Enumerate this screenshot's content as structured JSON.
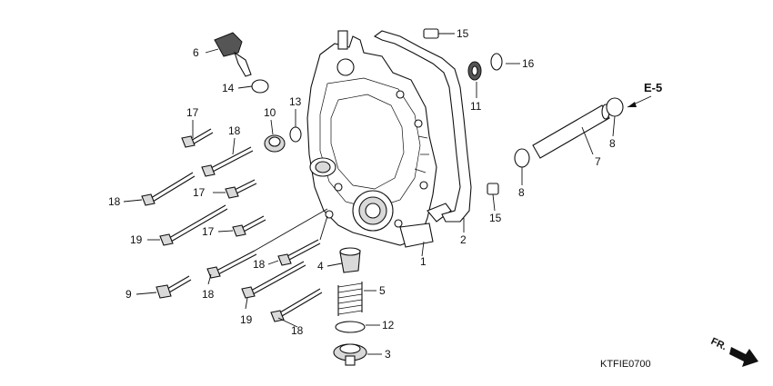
{
  "callouts": [
    {
      "id": "1",
      "label": "1"
    },
    {
      "id": "2",
      "label": "2"
    },
    {
      "id": "3",
      "label": "3"
    },
    {
      "id": "4",
      "label": "4"
    },
    {
      "id": "5",
      "label": "5"
    },
    {
      "id": "6",
      "label": "6"
    },
    {
      "id": "7",
      "label": "7"
    },
    {
      "id": "8a",
      "label": "8"
    },
    {
      "id": "8b",
      "label": "8"
    },
    {
      "id": "9",
      "label": "9"
    },
    {
      "id": "10",
      "label": "10"
    },
    {
      "id": "11",
      "label": "11"
    },
    {
      "id": "12",
      "label": "12"
    },
    {
      "id": "13",
      "label": "13"
    },
    {
      "id": "14",
      "label": "14"
    },
    {
      "id": "15a",
      "label": "15"
    },
    {
      "id": "15b",
      "label": "15"
    },
    {
      "id": "16",
      "label": "16"
    },
    {
      "id": "17a",
      "label": "17"
    },
    {
      "id": "17b",
      "label": "17"
    },
    {
      "id": "17c",
      "label": "17"
    },
    {
      "id": "18a",
      "label": "18"
    },
    {
      "id": "18b",
      "label": "18"
    },
    {
      "id": "18c",
      "label": "18"
    },
    {
      "id": "18d",
      "label": "18"
    },
    {
      "id": "18e",
      "label": "18"
    },
    {
      "id": "19a",
      "label": "19"
    },
    {
      "id": "19b",
      "label": "19"
    }
  ],
  "reference": "E-5",
  "diagram_code": "KTFIE0700",
  "front_indicator": "FR."
}
